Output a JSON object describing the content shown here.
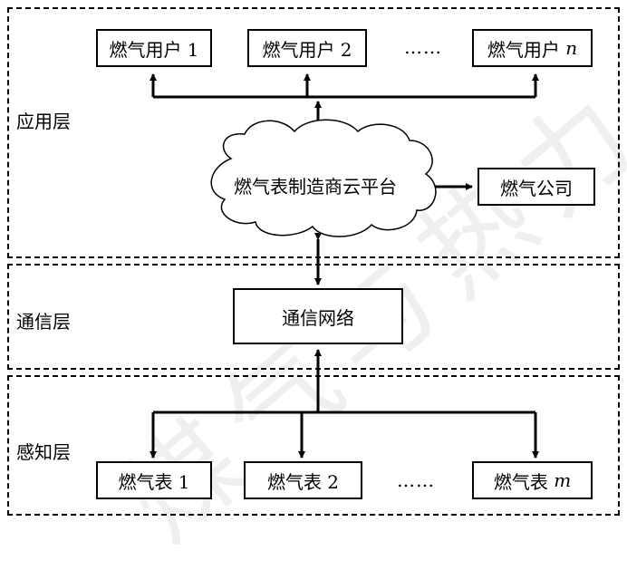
{
  "layers": {
    "application": "应用层",
    "communication": "通信层",
    "perception": "感知层"
  },
  "users": {
    "user1": "燃气用户 1",
    "user2": "燃气用户 2",
    "ellipsis": "……",
    "userN_prefix": "燃气用户 ",
    "userN_var": "n"
  },
  "cloud_label": "燃气表制造商云平台",
  "gas_company": "燃气公司",
  "network": "通信网络",
  "meters": {
    "meter1": "燃气表 1",
    "meter2": "燃气表 2",
    "ellipsis": "……",
    "meterM_prefix": "燃气表 ",
    "meterM_var": "m"
  },
  "watermark": "煤气与热力"
}
